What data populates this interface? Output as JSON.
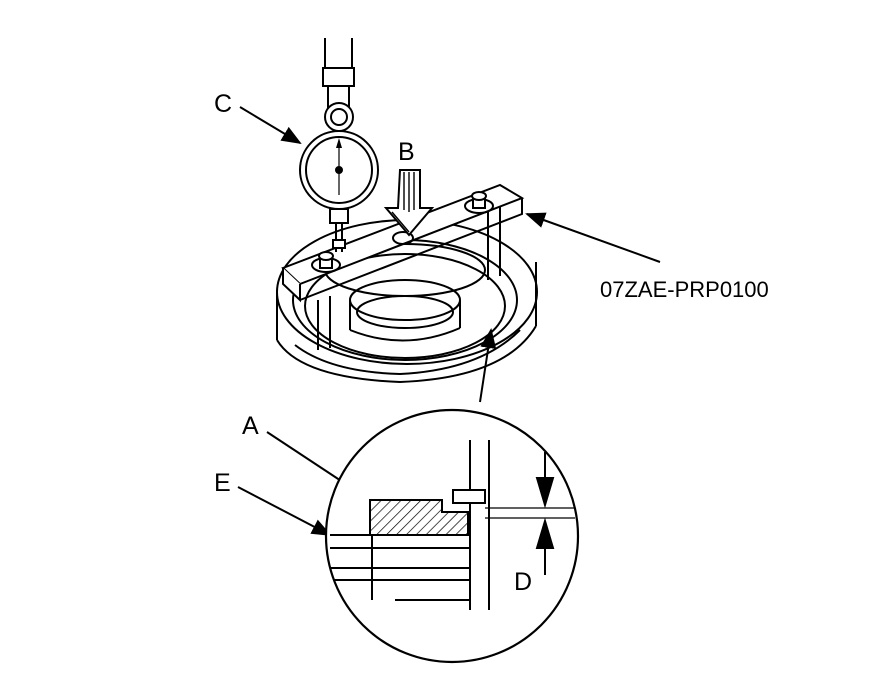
{
  "labels": {
    "A": "A",
    "B": "B",
    "C": "C",
    "D": "D",
    "E": "E"
  },
  "tool_part_number": "07ZAE-PRP0100",
  "colors": {
    "line": "#000000",
    "background": "#ffffff"
  }
}
